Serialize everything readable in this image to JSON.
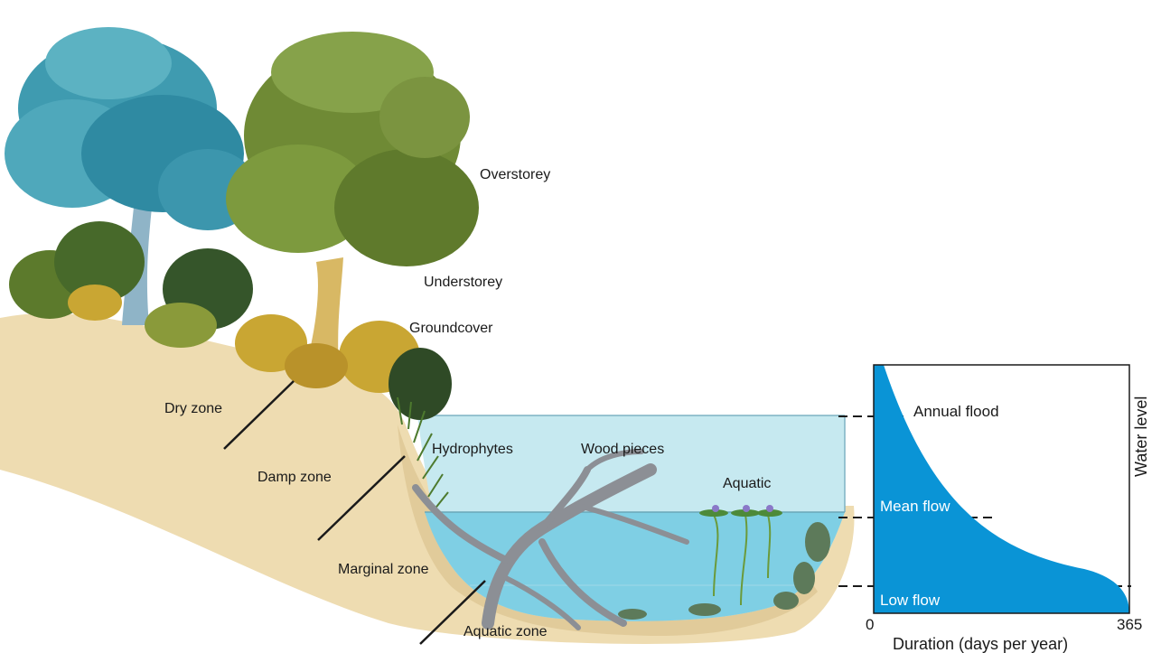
{
  "labels": {
    "overstorey": "Overstorey",
    "understorey": "Understorey",
    "groundcover": "Groundcover",
    "dry_zone": "Dry zone",
    "damp_zone": "Damp zone",
    "hydrophytes": "Hydrophytes",
    "wood_pieces": "Wood pieces",
    "aquatic": "Aquatic",
    "marginal_zone": "Marginal zone",
    "aquatic_zone": "Aquatic zone"
  },
  "chart_data": {
    "type": "area",
    "xlabel": "Duration (days per year)",
    "ylabel": "Water level",
    "x_ticks": [
      "0",
      "365"
    ],
    "xlim": [
      0,
      365
    ],
    "levels": [
      {
        "name": "Annual flood",
        "text_color": "dark"
      },
      {
        "name": "Mean flow",
        "text_color": "white"
      },
      {
        "name": "Low flow",
        "text_color": "white"
      }
    ],
    "fill_color": "#0a94d6"
  },
  "colors": {
    "water": "#7fcfe4",
    "water_surface": "#c6e9f0",
    "soil": "#eedcb1",
    "foliage_blue": "#3f9bb0",
    "foliage_green": "#6f8a35",
    "shrub_yellow": "#c9a633",
    "wood": "#8c8f95"
  }
}
